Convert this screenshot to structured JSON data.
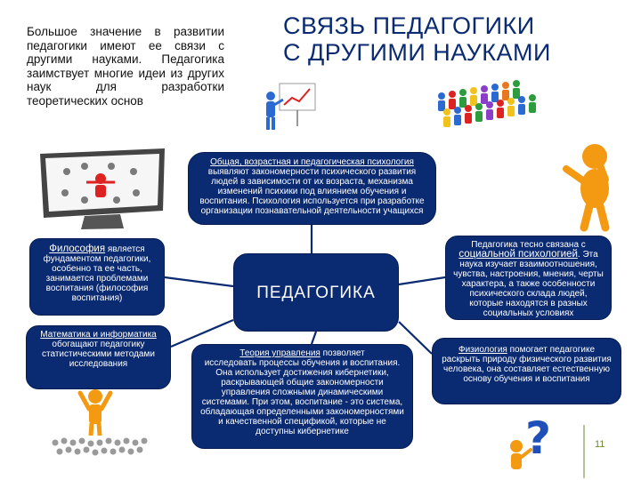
{
  "intro_text": "Большое значение в развитии педагогики имеют ее связи с другими науками. Педагогика заимствует многие идеи из других наук для разработки теоретических основ",
  "title_line1": "СВЯЗЬ ПЕДАГОГИКИ",
  "title_line2": "С ДРУГИМИ НАУКАМИ",
  "center_label": "ПЕДАГОГИКА",
  "psychology": {
    "heading": "Общая, возрастная и педагогическая психология",
    "body": "выявляют закономерности психического развития людей в зависимости от их возраста, механизма изменений психики под влиянием обучения и воспитания. Психология используется при разработке организации познавательной деятельности учащихся"
  },
  "philosophy": {
    "heading": "Философия",
    "heading_rest": " является",
    "body": "фундаментом педагогики, особенно та ее часть, занимается проблемами воспитания (философия воспитания)"
  },
  "math": {
    "heading": "Математика и информатика",
    "body": "обогащают педагогику статистическими методами исследования"
  },
  "social": {
    "lead": "Педагогика тесно связана с",
    "heading": "социальной психологией",
    "heading_rest": ". Эта",
    "body": "наука изучает взаимоотношения, чувства, настроения, мнения, черты характера, а также особенности психического склада людей, которые находятся в разных социальных условиях"
  },
  "management": {
    "heading": "Теория управления",
    "heading_rest": " позволяет",
    "body": "исследовать процессы обучения и воспитания. Она использует достижения кибернетики, раскрывающей общие закономерности управления сложными динамическими системами. При этом, воспитание - это система, обладающая определенными закономерностями и качественной спецификой, которые не доступны кибернетике"
  },
  "physiology": {
    "heading": "Физиология",
    "heading_rest": " помогает педагогике",
    "body": "раскрыть природу физического развития человека, она составляет естественную основу обучения и воспитания"
  },
  "page_number": "11",
  "icon_names": [
    "presentation-figure-icon",
    "crowd-figures-icon",
    "monitor-people-icon",
    "thinking-figure-icon",
    "leader-crowd-icon",
    "question-mark-figure-icon"
  ],
  "colors": {
    "box": "#0a2a72",
    "figure": "#f39a12",
    "title": "#0a2a72"
  }
}
